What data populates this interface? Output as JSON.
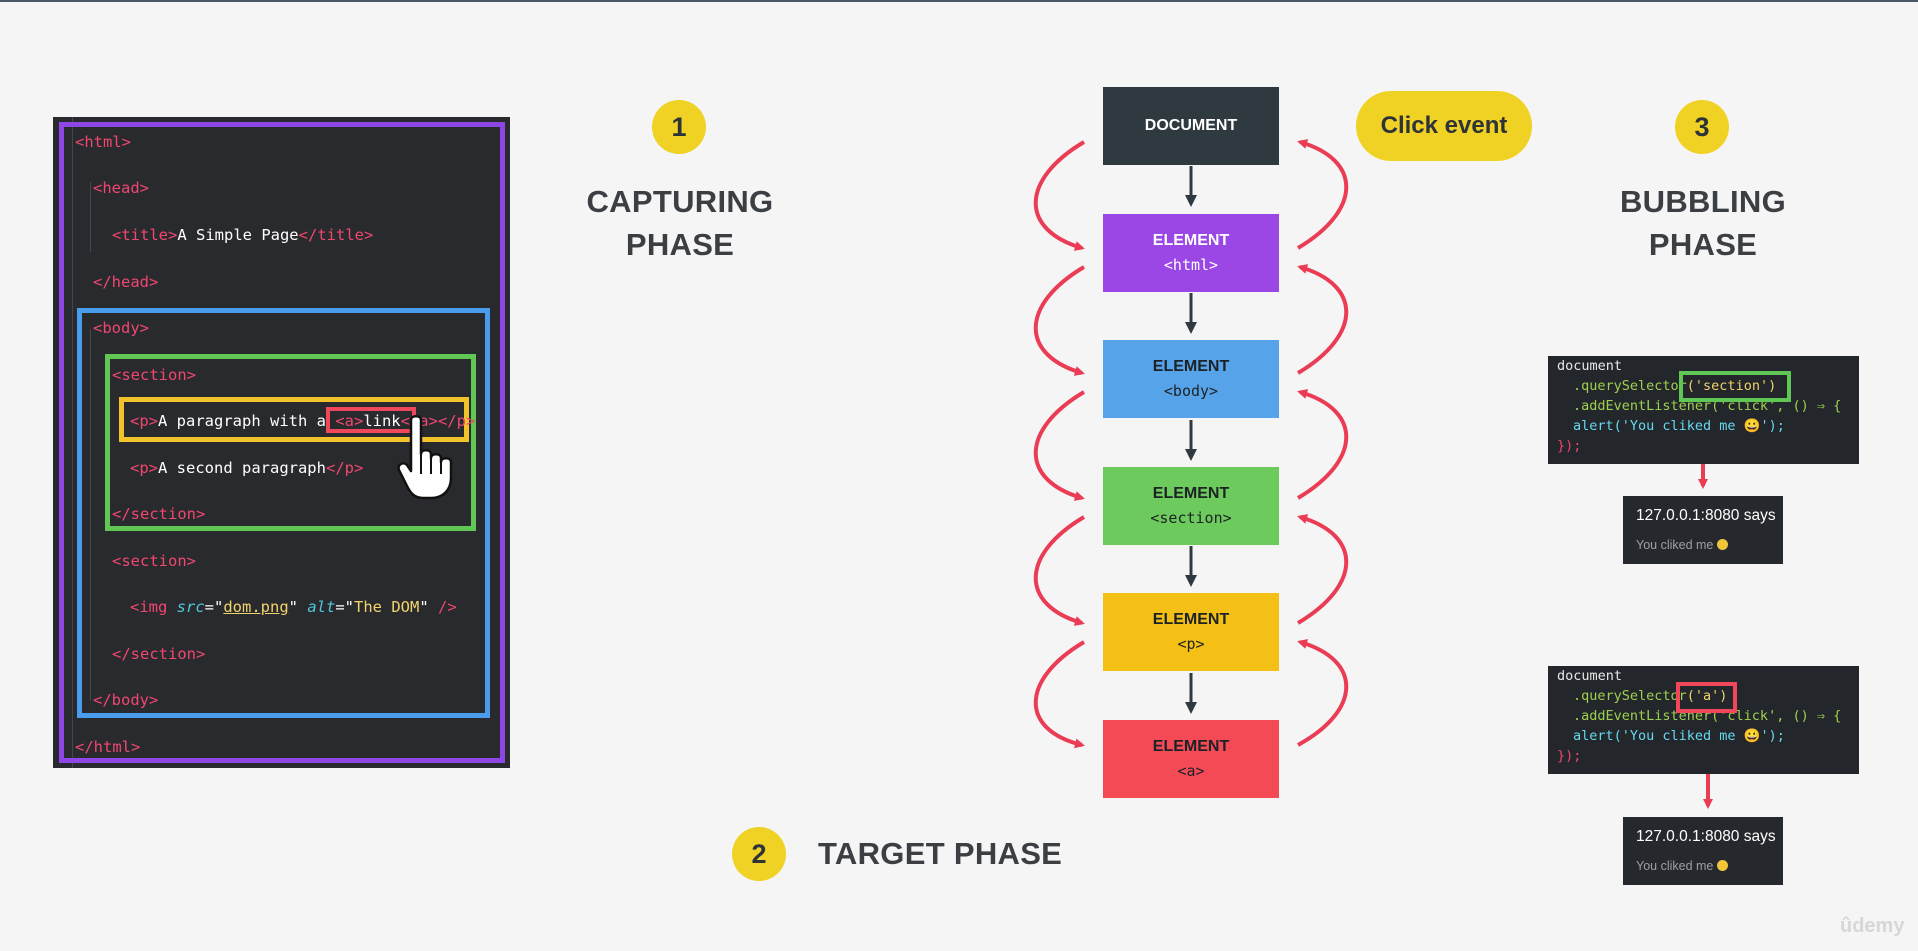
{
  "code": {
    "lines": [
      {
        "open": "<html>"
      },
      {
        "open": "<head>"
      },
      {
        "open": "<title>",
        "text": "A Simple Page",
        "close": "</title>"
      },
      {
        "open": "</head>"
      },
      {
        "open": "<body>"
      },
      {
        "open": "<section>"
      },
      {
        "open": "<p>",
        "text": "A paragraph with a ",
        "open2": "<a>",
        "text2": "link",
        "close2": "</a>",
        "close": "</p>"
      },
      {
        "open": "<p>",
        "text": "A second paragraph",
        "close": "</p>"
      },
      {
        "open": "</section>"
      },
      {
        "open": "<section>"
      },
      {
        "img_open": "<img ",
        "attr1": "src",
        "eq1": "=\"",
        "val1": "dom.png",
        "q1": "\" ",
        "attr2": "alt",
        "eq2": "=\"",
        "val2": "The DOM",
        "q2": "\" ",
        "img_close": "/>"
      },
      {
        "open": "</section>"
      },
      {
        "open": "</body>"
      },
      {
        "open": "</html>"
      }
    ],
    "highlight_colors": {
      "html": "#8f46e6",
      "body": "#4a9ced",
      "section": "#60c654",
      "p": "#f2c22a",
      "a": "#f0475a"
    }
  },
  "phases": {
    "capturing": {
      "number": "1",
      "title_line1": "CAPTURING",
      "title_line2": "PHASE"
    },
    "target": {
      "number": "2",
      "title": "TARGET PHASE"
    },
    "bubbling": {
      "number": "3",
      "title_line1": "BUBBLING",
      "title_line2": "PHASE"
    }
  },
  "click_event": "Click event",
  "chain": [
    {
      "label": "DOCUMENT",
      "sub": "",
      "bg": "#2f3a40",
      "fg": "#ffffff"
    },
    {
      "label": "ELEMENT",
      "sub": "<html>",
      "bg": "#9b47e6",
      "fg": "#ffffff"
    },
    {
      "label": "ELEMENT",
      "sub": "<body>",
      "bg": "#57a3ea",
      "fg": "#1d2226"
    },
    {
      "label": "ELEMENT",
      "sub": "<section>",
      "bg": "#6ccb5c",
      "fg": "#1d2226"
    },
    {
      "label": "ELEMENT",
      "sub": "<p>",
      "bg": "#f5c016",
      "fg": "#1d2226"
    },
    {
      "label": "ELEMENT",
      "sub": "<a>",
      "bg": "#f34a56",
      "fg": "#1d2226"
    }
  ],
  "snippets": [
    {
      "doc": "document",
      "qs": ".querySelector",
      "qs_arg": "('section')",
      "ael": ".addEventListener('click', () ⇒ {",
      "alert_call": "alert('You cliked me 😀');",
      "end": "});",
      "alert_title": "127.0.0.1:8080 says",
      "alert_msg": "You cliked me"
    },
    {
      "doc": "document",
      "qs": ".querySelector",
      "qs_arg": "('a')",
      "ael": ".addEventListener('click', () ⇒ {",
      "alert_call": "alert('You cliked me 😀');",
      "end": "});",
      "alert_title": "127.0.0.1:8080 says",
      "alert_msg": "You cliked me"
    }
  ],
  "watermark": "ûdemy",
  "colors": {
    "yellow": "#f0d225",
    "arrow_red": "#ea3d55",
    "arrow_dark": "#2f3a40",
    "background": "#f5f5f5"
  }
}
